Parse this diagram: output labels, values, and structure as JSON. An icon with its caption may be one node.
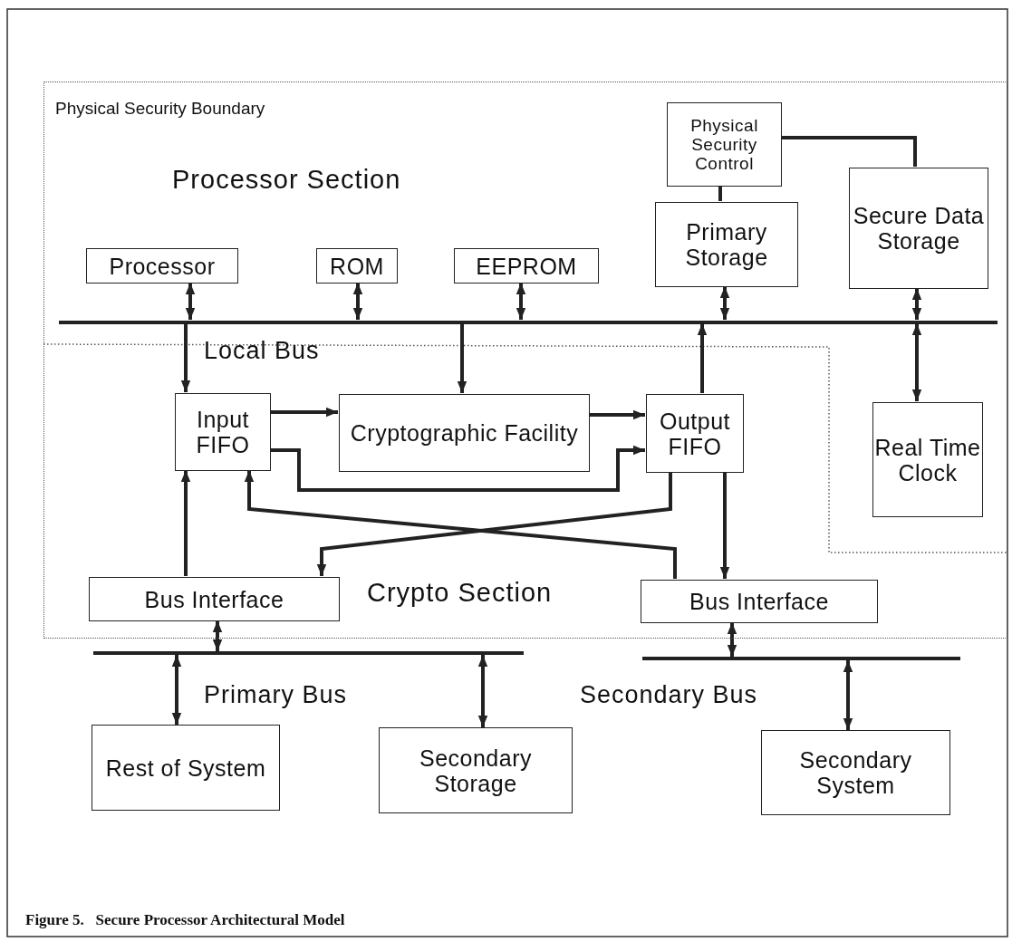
{
  "diagram": {
    "caption": "Figure 5.   Secure Processor Architectural Model",
    "nodes": [
      {
        "text": [
          "Physical Security Boundary"
        ]
      },
      {
        "text": [
          "Physical Security Control"
        ],
        "in": 0
      },
      {
        "text": [
          "Primary Storage"
        ],
        "in": 0
      },
      {
        "text": [
          "Secure Data Storage"
        ],
        "in": 0
      },
      {
        "text": [
          "Processor"
        ],
        "in": 0
      },
      {
        "text": [
          "ROM"
        ],
        "in": 0
      },
      {
        "text": [
          "EEPROM"
        ],
        "in": 0
      },
      {
        "text": [],
        "shape": "bar",
        "beside": [
          "Local Bus"
        ],
        "in": 0
      },
      {
        "text": [
          "Input FIFO"
        ],
        "in": 0
      },
      {
        "text": [
          "Cryptographic Facility"
        ],
        "in": 0
      },
      {
        "text": [
          "Output FIFO"
        ],
        "in": 0
      },
      {
        "text": [
          "Real Time Clock"
        ],
        "in": 0
      },
      {
        "text": [
          "Bus Interface"
        ],
        "in": 0
      },
      {
        "text": [
          "Bus Interface"
        ],
        "in": 0
      },
      {
        "text": [],
        "shape": "bar",
        "beside": [
          "Primary Bus"
        ]
      },
      {
        "text": [],
        "shape": "bar",
        "beside": [
          "Secondary Bus"
        ]
      },
      {
        "text": [
          "Rest of System"
        ]
      },
      {
        "text": [
          "Secondary Storage"
        ]
      },
      {
        "text": [
          "Secondary System"
        ]
      }
    ],
    "edges": [
      {
        "from": 1,
        "to": 2,
        "arrow": "none"
      },
      {
        "from": 1,
        "to": 3,
        "arrow": "none"
      },
      {
        "from": 4,
        "to": 7,
        "arrow": "both"
      },
      {
        "from": 5,
        "to": 7,
        "arrow": "both"
      },
      {
        "from": 6,
        "to": 7,
        "arrow": "both"
      },
      {
        "from": 2,
        "to": 7,
        "arrow": "both"
      },
      {
        "from": 3,
        "to": 7,
        "arrow": "both"
      },
      {
        "from": 7,
        "to": 11,
        "arrow": "both"
      },
      {
        "from": 7,
        "to": 8,
        "arrow": "to"
      },
      {
        "from": 7,
        "to": 9,
        "arrow": "to"
      },
      {
        "from": 10,
        "to": 7,
        "arrow": "to"
      },
      {
        "from": 8,
        "to": 9,
        "arrow": "to"
      },
      {
        "from": 9,
        "to": 10,
        "arrow": "to"
      },
      {
        "from": 8,
        "to": 10,
        "arrow": "to"
      },
      {
        "from": 10,
        "to": 12,
        "arrow": "to"
      },
      {
        "from": 13,
        "to": 8,
        "arrow": "to"
      },
      {
        "from": 12,
        "to": 8,
        "arrow": "to"
      },
      {
        "from": 10,
        "to": 13,
        "arrow": "to"
      },
      {
        "from": 12,
        "to": 14,
        "arrow": "both"
      },
      {
        "from": 14,
        "to": 16,
        "arrow": "both"
      },
      {
        "from": 14,
        "to": 17,
        "arrow": "both"
      },
      {
        "from": 13,
        "to": 15,
        "arrow": "both"
      },
      {
        "from": 15,
        "to": 18,
        "arrow": "both"
      }
    ],
    "labels": [
      "Processor Section",
      "Crypto Section"
    ]
  }
}
